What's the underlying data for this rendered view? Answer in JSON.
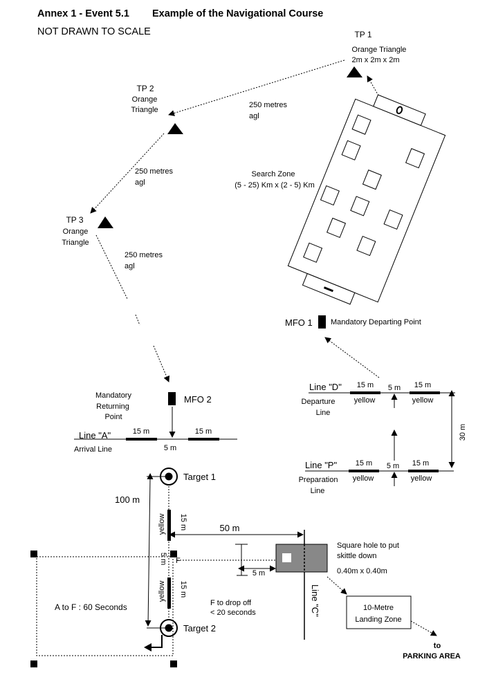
{
  "header": {
    "annex": "Annex 1 - Event 5.1",
    "title": "Example of the Navigational Course",
    "subtitle": "NOT DRAWN TO SCALE"
  },
  "turn_points": {
    "tp1": {
      "name": "TP 1",
      "desc1": "Orange Triangle",
      "desc2": "2m x 2m x 2m"
    },
    "tp2": {
      "name": "TP 2",
      "desc1": "Orange",
      "desc2": "Triangle"
    },
    "tp3": {
      "name": "TP 3",
      "desc1": "Orange",
      "desc2": "Triangle"
    }
  },
  "legs": {
    "leg_tp1_tp2": {
      "line1": "250 metres",
      "line2": "agl"
    },
    "leg_tp2_tp3": {
      "line1": "250 metres",
      "line2": "agl"
    },
    "leg_tp3_mfo2": {
      "line1": "250 metres",
      "line2": "agl"
    }
  },
  "search_zone": {
    "title": "Search Zone",
    "dims": "(5 - 25) Km x (2 - 5) Km"
  },
  "mfo1": {
    "name": "MFO 1",
    "desc": "Mandatory Departing Point"
  },
  "mfo2": {
    "name": "MFO 2",
    "desc1": "Mandatory",
    "desc2": "Returning",
    "desc3": "Point"
  },
  "line_a": {
    "name": "Line \"A\"",
    "sub": "Arrival Line",
    "seg1": "15 m",
    "seg2": "15 m",
    "gap": "5 m"
  },
  "line_d": {
    "name": "Line \"D\"",
    "sub1": "Departure",
    "sub2": "Line",
    "seg1": "15 m",
    "gap": "5 m",
    "seg2": "15 m",
    "color1": "yellow",
    "color2": "yellow"
  },
  "line_p": {
    "name": "Line \"P\"",
    "sub1": "Preparation",
    "sub2": "Line",
    "seg1": "15 m",
    "gap": "5 m",
    "seg2": "15 m",
    "color1": "yellow",
    "color2": "yellow"
  },
  "dist_30": "30 m",
  "target_area": {
    "target1": "Target 1",
    "target2": "Target 2",
    "dist_100": "100 m",
    "seg_top": "15 m",
    "seg_top_color": "yellow",
    "gap": "5 m",
    "f_label": "F",
    "seg_bottom": "15 m",
    "seg_bottom_color": "yellow",
    "dist_50": "50 m",
    "dist_5": "5 m",
    "a_to_f": "A to F : 60 Seconds",
    "f_drop1": "F to drop off",
    "f_drop2": "< 20 seconds"
  },
  "line_c": {
    "name": "Line \"C\""
  },
  "square_hole": {
    "line1": "Square hole to put",
    "line2": "skittle down",
    "line3": "0.40m x 0.40m"
  },
  "landing_zone": {
    "line1": "10-Metre",
    "line2": "Landing Zone"
  },
  "parking": {
    "line1": "to",
    "line2": "PARKING AREA"
  },
  "colors": {
    "ink": "#000000",
    "square_fill": "#888888"
  }
}
